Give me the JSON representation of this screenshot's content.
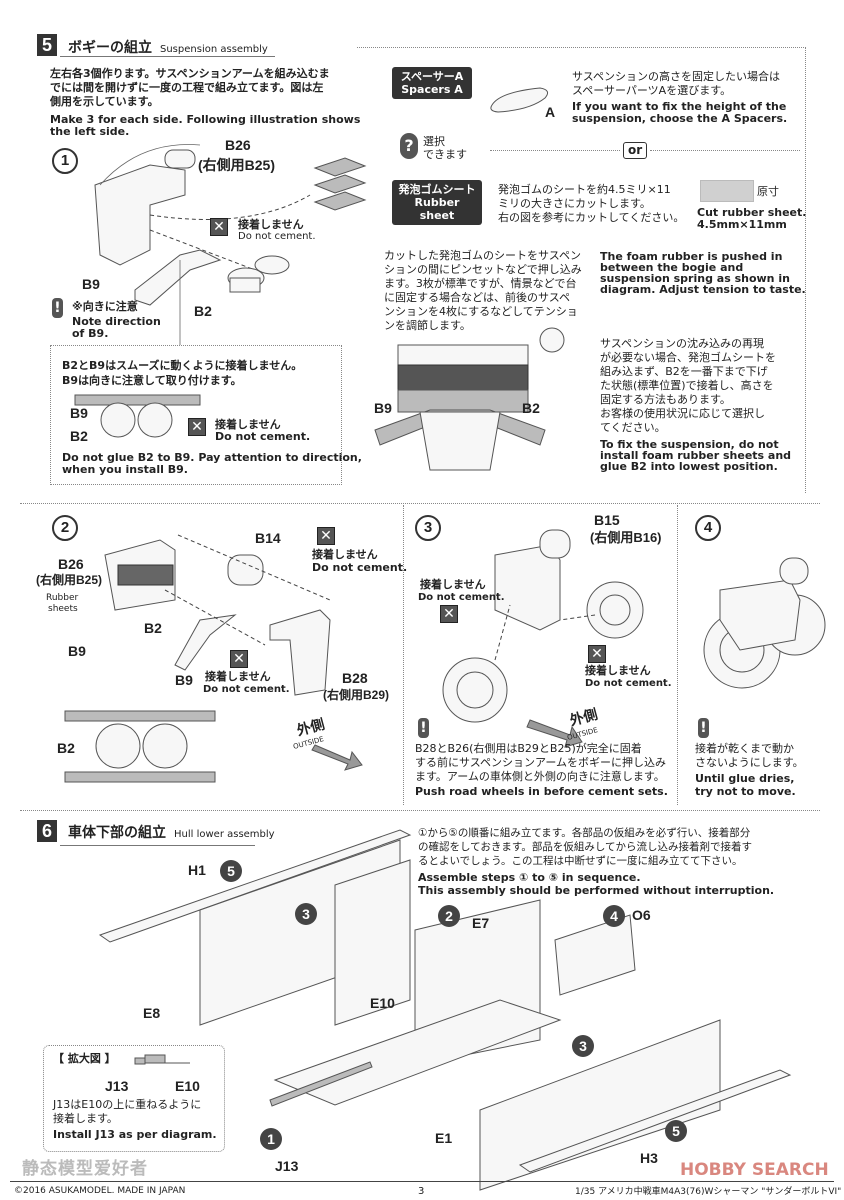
{
  "section5": {
    "number": "5",
    "title_jp": "ボギーの組立",
    "title_en": "Suspension assembly",
    "intro_jp": [
      "左右各3個作ります。サスペンションアームを組み込むま",
      "でには間を開けずに一度の工程で組み立てます。図は左",
      "側用を示しています。"
    ],
    "intro_en": [
      "Make 3 for each side. Following illustration shows",
      "the left side."
    ],
    "step1": {
      "num": "1",
      "b26": "B26",
      "b26_right": "(右側用B25)",
      "b9": "B9",
      "b2": "B2",
      "no_cement_jp": "接着しません",
      "no_cement_en": "Do not cement.",
      "note_jp": "※向きに注意",
      "note_en": [
        "Note direction",
        "of B9."
      ],
      "detail": {
        "text_jp": [
          "B2とB9はスムーズに動くように接着しません。",
          "B9は向きに注意して取り付けます。"
        ],
        "b9": "B9",
        "b2": "B2",
        "no_cement_jp": "接着しません",
        "no_cement_en": "Do not cement.",
        "text_en": [
          "Do not glue B2 to B9. Pay attention to direction,",
          "when you install B9."
        ]
      }
    },
    "options": {
      "spacer_tag": [
        "スペーサーA",
        "Spacers A"
      ],
      "spacer_part": "A",
      "spacer_jp": [
        "サスペンションの高さを固定したい場合は",
        "スペーサーパーツAを選びます。"
      ],
      "spacer_en": [
        "If you want to fix the height of the",
        "suspension, choose the A Spacers."
      ],
      "choice_jp": [
        "選択",
        "できます"
      ],
      "or": "or",
      "rubber_tag": [
        "発泡ゴムシート",
        "Rubber sheet"
      ],
      "rubber_jp": [
        "発泡ゴムのシートを約4.5ミリ×11",
        "ミリの大きさにカットします。",
        "右の図を参考にカットしてください。"
      ],
      "actual_size": "原寸",
      "rubber_en": [
        "Cut rubber sheet.",
        "4.5mm×11mm"
      ],
      "foam_jp": [
        "カットした発泡ゴムのシートをサスペン",
        "ションの間にピンセットなどで押し込み",
        "ます。3枚が標準ですが、情景などで台",
        "に固定する場合などは、前後のサスペ",
        "ンションを4枚にするなどしてテンショ",
        "ンを調節します。"
      ],
      "foam_en": [
        "The foam  rubber is pushed in",
        "between the bogie and",
        "suspension spring as  shown in",
        "diagram. Adjust tension to taste."
      ],
      "b9": "B9",
      "b2": "B2",
      "fix_jp": [
        "サスペンションの沈み込みの再現",
        "が必要ない場合、発泡ゴムシートを",
        "組み込まず、B2を一番下まで下げ",
        "た状態(標準位置)で接着し、高さを",
        "固定する方法もあります。",
        "お客様の使用状況に応じて選択し",
        "てください。"
      ],
      "fix_en": [
        "To fix the suspension, do not",
        "install foam rubber sheets and",
        "glue B2 into lowest position."
      ]
    },
    "step2": {
      "num": "2",
      "b26": "B26",
      "b26_right": "(右側用B25)",
      "rubber": [
        "Rubber",
        "sheets"
      ],
      "b14": "B14",
      "b2": "B2",
      "b9a": "B9",
      "b9b": "B9",
      "b28": "B28",
      "b28_right": "(右側用B29)",
      "b2_detail": "B2",
      "no_cement_jp": "接着しません",
      "no_cement_en": "Do not cement.",
      "no_cement2_jp": "接着しません",
      "no_cement2_en": "Do not cement.",
      "outside_jp": "外側",
      "outside_en": "OUTSIDE"
    },
    "step3": {
      "num": "3",
      "b15": "B15",
      "b15_right": "(右側用B16)",
      "no_cement_jp": "接着しません",
      "no_cement_en": "Do not cement.",
      "no_cement2_jp": "接着しません",
      "no_cement2_en": "Do not cement.",
      "outside_jp": "外側",
      "outside_en": "OUTSIDE",
      "note_jp": [
        "B28とB26(右側用はB29とB25)が完全に固着",
        "する前にサスペンションアームをボギーに押し込み",
        "ます。アームの車体側と外側の向きに注意します。"
      ],
      "note_en": "Push road wheels in before cement sets."
    },
    "step4": {
      "num": "4",
      "note_jp": [
        "接着が乾くまで動か",
        "さないようにします。"
      ],
      "note_en": [
        "Until glue dries,",
        "try not to move."
      ]
    }
  },
  "section6": {
    "number": "6",
    "title_jp": "車体下部の組立",
    "title_en": "Hull lower assembly",
    "text_jp": [
      "①から⑤の順番に組み立てます。各部品の仮組みを必ず行い、接着部分",
      "の確認をしておきます。部品を仮組みしてから流し込み接着剤で接着す",
      "るとよいでしょう。この工程は中断せずに一度に組み立てて下さい。"
    ],
    "text_en": [
      "Assemble steps ① to ⑤ in sequence.",
      "This assembly should be performed without interruption."
    ],
    "labels": {
      "h1": "H1",
      "e8": "E8",
      "e7": "E7",
      "o6": "O6",
      "e10": "E10",
      "j13": "J13",
      "e1": "E1",
      "h3": "H3"
    },
    "steps": {
      "s1": "1",
      "s2": "2",
      "s3a": "3",
      "s3b": "3",
      "s4": "4",
      "s5a": "5",
      "s5b": "5"
    },
    "enlarged": {
      "title": "【 拡大図 】",
      "j13": "J13",
      "e10": "E10",
      "text_jp": [
        "J13はE10の上に重ねるように",
        "接着します。"
      ],
      "text_en": "Install J13 as per diagram."
    }
  },
  "footer": {
    "copyright": "©2016 ASUKAMODEL. MADE IN JAPAN",
    "page": "3",
    "product": "1/35 アメリカ中戦車M4A3(76)Wシャーマン \"サンダーボルトVI\"",
    "watermark_left": "静态模型爱好者",
    "watermark_right": "HOBBY SEARCH"
  },
  "colors": {
    "ink": "#222222",
    "tag_bg": "#333333",
    "rubber_fill": "#d0d0d0",
    "watermark": "#c0392b"
  }
}
